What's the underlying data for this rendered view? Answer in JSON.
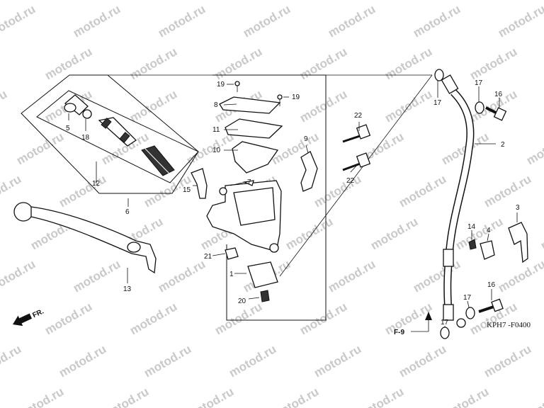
{
  "watermark": "motod.ru",
  "diagram_code": "KPH7 -F0400",
  "direction_label": "FR.",
  "reference_label": "F-9",
  "callouts": {
    "c1": "1",
    "c2": "2",
    "c3": "3",
    "c4": "4",
    "c5": "5",
    "c6": "6",
    "c7": "7",
    "c8": "8",
    "c9": "9",
    "c10": "10",
    "c11": "11",
    "c12": "12",
    "c13": "13",
    "c14": "14",
    "c15": "15",
    "c16a": "16",
    "c16b": "16",
    "c17a": "17",
    "c17b": "17",
    "c17c": "17",
    "c17d": "17",
    "c18": "18",
    "c19a": "19",
    "c19b": "19",
    "c20": "20",
    "c21": "21",
    "c22a": "22",
    "c22b": "22"
  }
}
